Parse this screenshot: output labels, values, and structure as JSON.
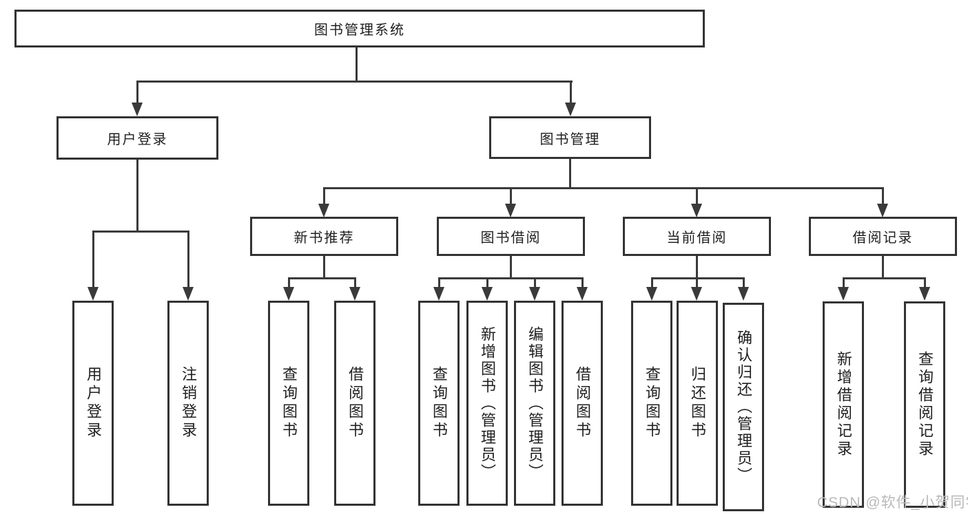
{
  "tree": {
    "root": "图书管理系统",
    "branches": [
      {
        "label": "用户登录",
        "children": [
          "用户登录",
          "注销登录"
        ]
      },
      {
        "label": "图书管理",
        "children": [
          {
            "label": "新书推荐",
            "children": [
              "查询图书",
              "借阅图书"
            ]
          },
          {
            "label": "图书借阅",
            "children": [
              "查询图书",
              "新增图书（管理员）",
              "编辑图书（管理员）",
              "借阅图书"
            ]
          },
          {
            "label": "当前借阅",
            "children": [
              "查询图书",
              "归还图书",
              "确认归还（管理员）"
            ]
          },
          {
            "label": "借阅记录",
            "children": [
              "新增借阅记录",
              "查询借阅记录"
            ]
          }
        ]
      }
    ]
  },
  "watermark": "CSDN @软件_小贺同学",
  "colors": {
    "line": "#3a3a3a",
    "border": "#333333",
    "text": "#1f1f1f",
    "watermark": "#b9b9b9",
    "background": "#ffffff"
  }
}
